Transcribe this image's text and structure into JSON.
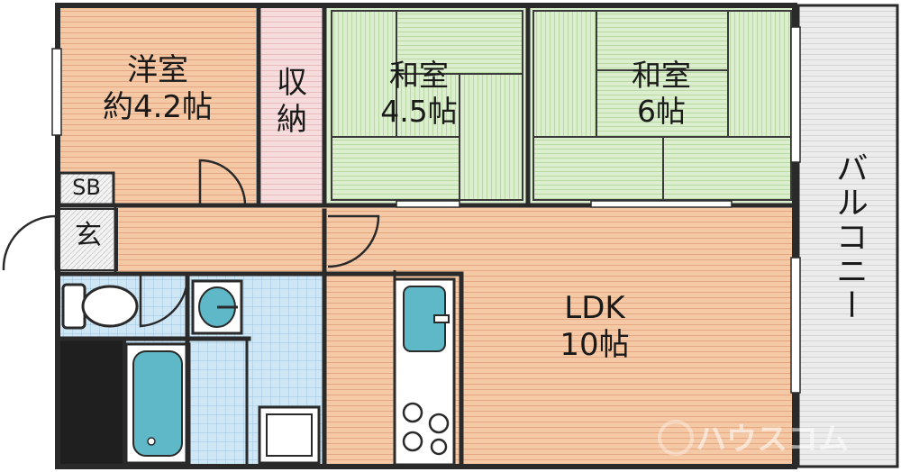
{
  "rooms": {
    "western": {
      "name": "洋室",
      "size": "約4.2帖"
    },
    "storage": {
      "name": "収納"
    },
    "washitsu_small": {
      "name": "和室",
      "size": "4.5帖"
    },
    "washitsu_large": {
      "name": "和室",
      "size": "6帖"
    },
    "shoebox": {
      "name": "SB"
    },
    "entrance": {
      "name": "玄"
    },
    "ldk": {
      "name": "LDK",
      "size": "10帖"
    },
    "balcony": {
      "name": "バルコニー"
    }
  },
  "watermark": {
    "text": "ハウスコム"
  },
  "colors": {
    "floor_wood": "#f6c9a6",
    "tatami": "#dbeecd",
    "tile_blue": "#cfe6f5",
    "storage_pink": "#f6dcdc",
    "balcony_gray": "#e6e6e6",
    "fixture_teal": "#5fb8c8",
    "wall": "#2a2a2a"
  }
}
